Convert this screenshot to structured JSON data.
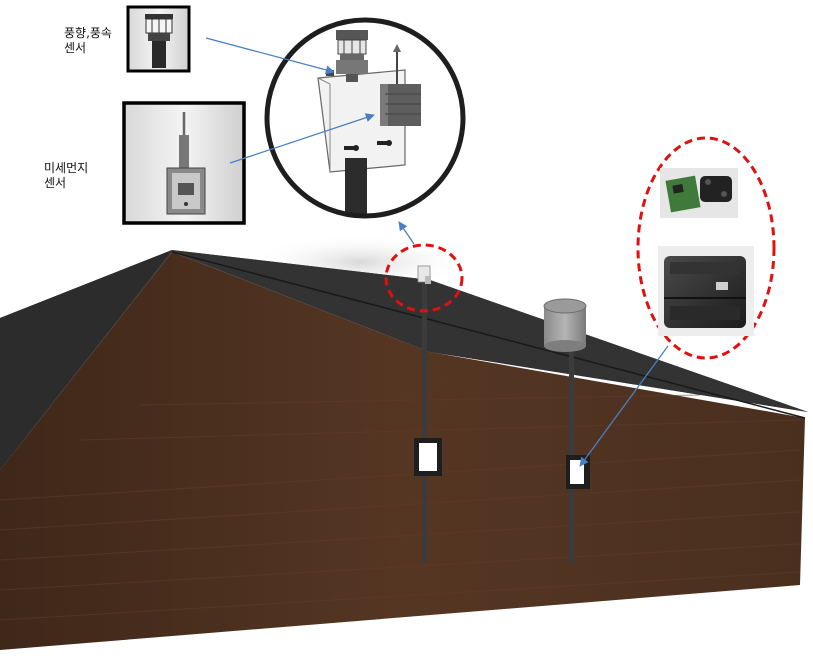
{
  "labels": {
    "wind_sensor": {
      "line1": "풍향,풍속",
      "line2": "센서"
    },
    "dust_sensor": {
      "line1": "미세먼지",
      "line2": "센서"
    }
  },
  "colors": {
    "roof": "#2e2e2e",
    "wall": "#4e3221",
    "pole": "#3b3b3b",
    "arrow": "#4a7fc1",
    "highlight": "#e01010"
  }
}
